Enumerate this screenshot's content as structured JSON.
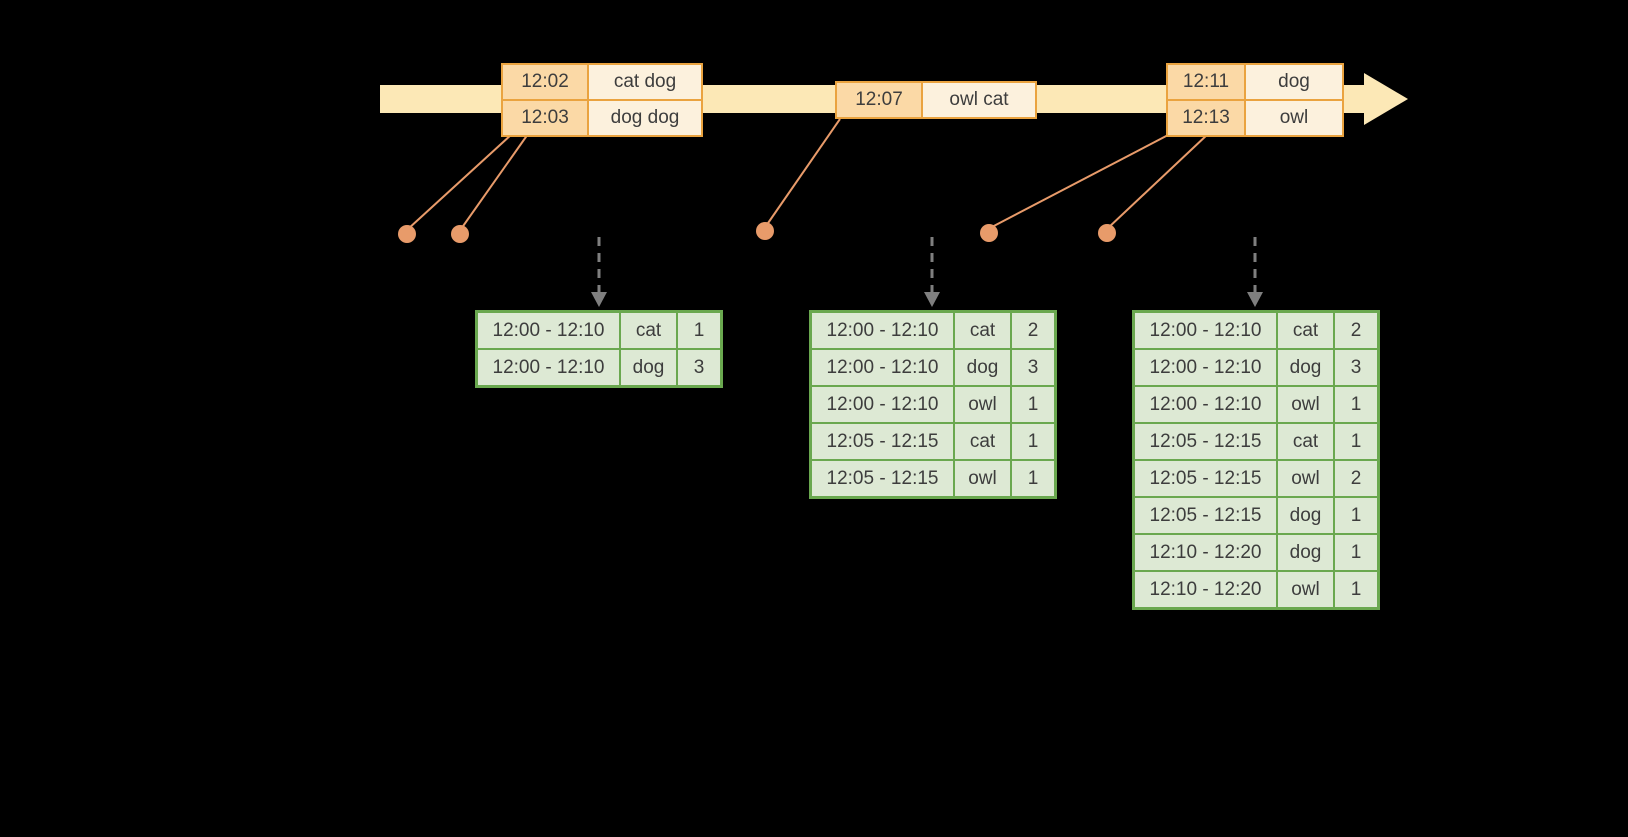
{
  "colors": {
    "canvas_bg": "#000000",
    "timeline_fill": "#FCE8B6",
    "event_border": "#EAA33F",
    "event_time_fill": "#FBD9A6",
    "event_words_fill": "#FCF1DD",
    "dot_fill": "#E89B6A",
    "connector_stroke": "#E89B6A",
    "trigger_arrow": "#7F7F7F",
    "result_border": "#6AA84F",
    "result_fill": "#DDE9D4"
  },
  "event_tables": [
    {
      "rows": [
        {
          "time": "12:02",
          "words": "cat dog"
        },
        {
          "time": "12:03",
          "words": "dog dog"
        }
      ]
    },
    {
      "rows": [
        {
          "time": "12:07",
          "words": "owl cat"
        }
      ]
    },
    {
      "rows": [
        {
          "time": "12:11",
          "words": "dog"
        },
        {
          "time": "12:13",
          "words": "owl"
        }
      ]
    }
  ],
  "result_tables": [
    {
      "rows": [
        {
          "window": "12:00 - 12:10",
          "word": "cat",
          "count": "1"
        },
        {
          "window": "12:00 - 12:10",
          "word": "dog",
          "count": "3"
        }
      ]
    },
    {
      "rows": [
        {
          "window": "12:00 - 12:10",
          "word": "cat",
          "count": "2"
        },
        {
          "window": "12:00 - 12:10",
          "word": "dog",
          "count": "3"
        },
        {
          "window": "12:00 - 12:10",
          "word": "owl",
          "count": "1"
        },
        {
          "window": "12:05 - 12:15",
          "word": "cat",
          "count": "1"
        },
        {
          "window": "12:05 - 12:15",
          "word": "owl",
          "count": "1"
        }
      ]
    },
    {
      "rows": [
        {
          "window": "12:00 - 12:10",
          "word": "cat",
          "count": "2"
        },
        {
          "window": "12:00 - 12:10",
          "word": "dog",
          "count": "3"
        },
        {
          "window": "12:00 - 12:10",
          "word": "owl",
          "count": "1"
        },
        {
          "window": "12:05 - 12:15",
          "word": "cat",
          "count": "1"
        },
        {
          "window": "12:05 - 12:15",
          "word": "owl",
          "count": "2"
        },
        {
          "window": "12:05 - 12:15",
          "word": "dog",
          "count": "1"
        },
        {
          "window": "12:10 - 12:20",
          "word": "dog",
          "count": "1"
        },
        {
          "window": "12:10 - 12:20",
          "word": "owl",
          "count": "1"
        }
      ]
    }
  ]
}
